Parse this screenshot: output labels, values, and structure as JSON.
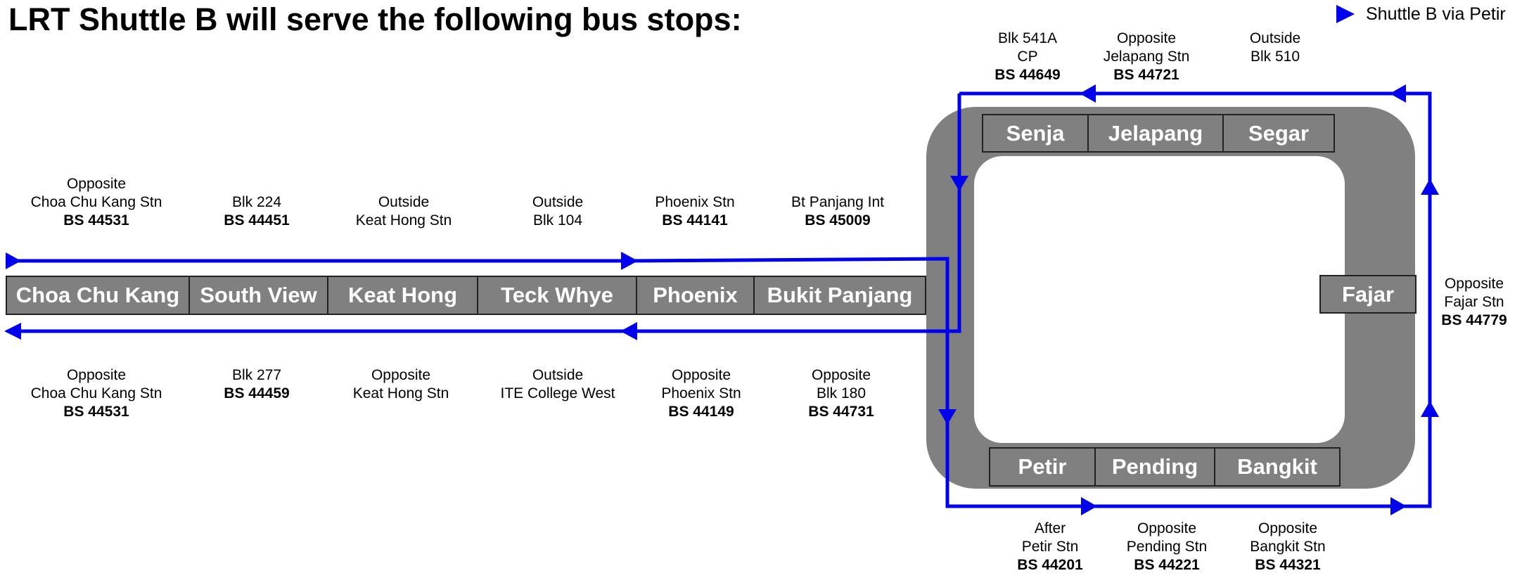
{
  "title": "LRT Shuttle B will serve the following bus stops:",
  "legend": {
    "label": "Shuttle B via Petir",
    "color": "#0000ee"
  },
  "colors": {
    "route": "#0000ee",
    "track": "#808080",
    "station_text": "#ffffff"
  },
  "stations": {
    "choa_chu_kang": "Choa Chu Kang",
    "south_view": "South View",
    "keat_hong": "Keat Hong",
    "teck_whye": "Teck Whye",
    "phoenix": "Phoenix",
    "bukit_panjang": "Bukit Panjang",
    "senja": "Senja",
    "jelapang": "Jelapang",
    "segar": "Segar",
    "fajar": "Fajar",
    "petir": "Petir",
    "pending": "Pending",
    "bangkit": "Bangkit"
  },
  "stops": {
    "ccK_top": {
      "lines": [
        "Opposite",
        "Choa Chu Kang Stn"
      ],
      "code": "BS 44531"
    },
    "sv_top": {
      "lines": [
        "Blk 224"
      ],
      "code": "BS 44451"
    },
    "kh_top": {
      "lines": [
        "Outside",
        "Keat Hong Stn"
      ],
      "code": ""
    },
    "tw_top": {
      "lines": [
        "Outside",
        "Blk 104"
      ],
      "code": ""
    },
    "ph_top": {
      "lines": [
        "Phoenix Stn"
      ],
      "code": "BS 44141"
    },
    "bp_top": {
      "lines": [
        "Bt Panjang Int"
      ],
      "code": "BS 45009"
    },
    "ccK_bottom": {
      "lines": [
        "Opposite",
        "Choa Chu Kang Stn"
      ],
      "code": "BS 44531"
    },
    "sv_bottom": {
      "lines": [
        "Blk 277"
      ],
      "code": "BS 44459"
    },
    "kh_bottom": {
      "lines": [
        "Opposite",
        "Keat Hong Stn"
      ],
      "code": ""
    },
    "tw_bottom": {
      "lines": [
        "Outside",
        "ITE College West"
      ],
      "code": ""
    },
    "ph_bottom": {
      "lines": [
        "Opposite",
        "Phoenix Stn"
      ],
      "code": "BS 44149"
    },
    "bp_bottom": {
      "lines": [
        "Opposite",
        "Blk 180"
      ],
      "code": "BS 44731"
    },
    "senja_top": {
      "lines": [
        "Blk 541A",
        "CP"
      ],
      "code": "BS 44649"
    },
    "jelapang_top": {
      "lines": [
        "Opposite",
        "Jelapang Stn"
      ],
      "code": "BS 44721"
    },
    "segar_top": {
      "lines": [
        "Outside",
        "Blk 510"
      ],
      "code": ""
    },
    "fajar_right": {
      "lines": [
        "Opposite",
        "Fajar Stn"
      ],
      "code": "BS 44779"
    },
    "petir_bottom": {
      "lines": [
        "After",
        "Petir Stn"
      ],
      "code": "BS 44201"
    },
    "pending_bottom": {
      "lines": [
        "Opposite",
        "Pending Stn"
      ],
      "code": "BS 44221"
    },
    "bangkit_bottom": {
      "lines": [
        "Opposite",
        "Bangkit Stn"
      ],
      "code": "BS 44321"
    }
  }
}
